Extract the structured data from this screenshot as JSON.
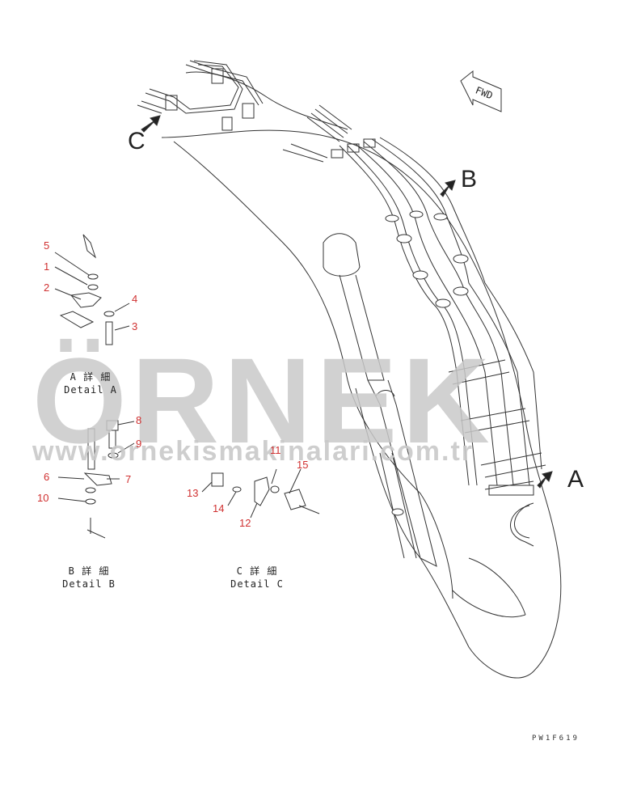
{
  "watermark": {
    "brand": "ÖRNEK",
    "url": "www.ornekismakinalari.com.tr",
    "color": "#c9c9c9",
    "accent_color": "#f2d79a"
  },
  "callouts": [
    {
      "id": "5",
      "text": "5"
    },
    {
      "id": "1",
      "text": "1"
    },
    {
      "id": "2",
      "text": "2"
    },
    {
      "id": "4",
      "text": "4"
    },
    {
      "id": "3",
      "text": "3"
    },
    {
      "id": "8",
      "text": "8"
    },
    {
      "id": "9",
      "text": "9"
    },
    {
      "id": "6",
      "text": "6"
    },
    {
      "id": "7",
      "text": "7"
    },
    {
      "id": "10",
      "text": "10"
    },
    {
      "id": "11",
      "text": "11"
    },
    {
      "id": "15",
      "text": "15"
    },
    {
      "id": "13",
      "text": "13"
    },
    {
      "id": "14",
      "text": "14"
    },
    {
      "id": "12",
      "text": "12"
    }
  ],
  "callout_color": "#d03030",
  "details": {
    "a": {
      "jp": "A 詳 細",
      "en": "Detail A"
    },
    "b": {
      "jp": "B 詳 細",
      "en": "Detail B"
    },
    "c": {
      "jp": "C 詳 細",
      "en": "Detail C"
    }
  },
  "view_letters": {
    "a": "A",
    "b": "B",
    "c": "C"
  },
  "fwd_label": "FWD",
  "drawing_code": "PW1F619"
}
